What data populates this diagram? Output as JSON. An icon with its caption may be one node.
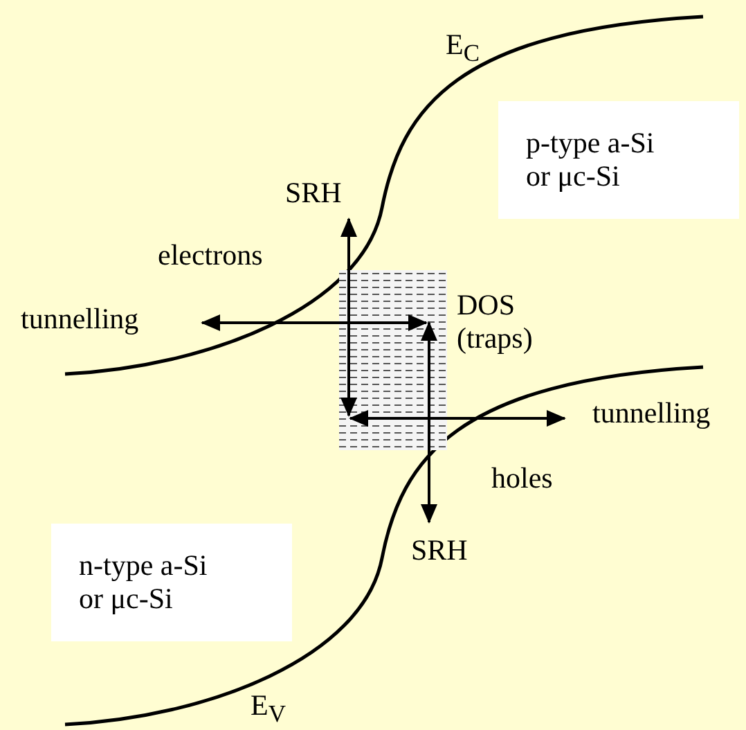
{
  "diagram": {
    "nodes": [
      {
        "text": [
          "p-type a-Si or μc-Si"
        ]
      },
      {
        "text": [
          "SRH"
        ]
      },
      {
        "text": [
          "tunnelling"
        ]
      },
      {
        "text": [],
        "shape": "box",
        "beside": [
          "DOS (traps)"
        ]
      },
      {
        "text": [
          "tunnelling"
        ]
      },
      {
        "text": [
          "SRH"
        ]
      },
      {
        "text": [
          "n-type a-Si or μc-Si"
        ]
      }
    ],
    "edges": [
      {
        "from": 3,
        "to": 1,
        "arrow": "both"
      },
      {
        "from": 3,
        "to": 2,
        "arrow": "both"
      },
      {
        "from": 3,
        "to": 5,
        "arrow": "both"
      },
      {
        "from": 3,
        "to": 4,
        "arrow": "both"
      }
    ],
    "labels": [
      "E$_{C}$",
      "electrons",
      "holes",
      "E$_{V}$"
    ]
  }
}
